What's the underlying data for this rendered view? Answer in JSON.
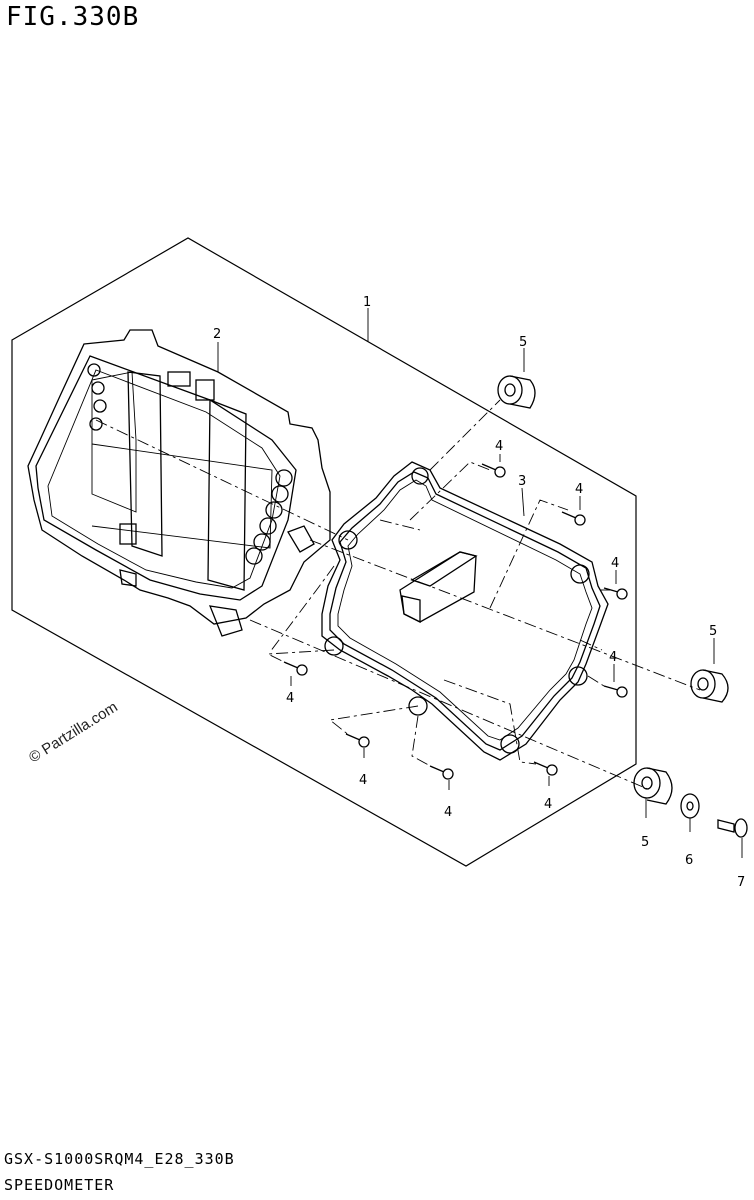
{
  "figure": {
    "title": "FIG.330B",
    "code": "GSX-S1000SRQM4_E28_330B",
    "name": "SPEEDOMETER",
    "watermark": "© Partzilla.com"
  },
  "callouts": [
    {
      "id": "c1",
      "label": "1"
    },
    {
      "id": "c2",
      "label": "2"
    },
    {
      "id": "c3",
      "label": "3"
    },
    {
      "id": "c4a",
      "label": "4"
    },
    {
      "id": "c4b",
      "label": "4"
    },
    {
      "id": "c4c",
      "label": "4"
    },
    {
      "id": "c4d",
      "label": "4"
    },
    {
      "id": "c4e",
      "label": "4"
    },
    {
      "id": "c4f",
      "label": "4"
    },
    {
      "id": "c4g",
      "label": "4"
    },
    {
      "id": "c4h",
      "label": "4"
    },
    {
      "id": "c5a",
      "label": "5"
    },
    {
      "id": "c5b",
      "label": "5"
    },
    {
      "id": "c5c",
      "label": "5"
    },
    {
      "id": "c6",
      "label": "6"
    },
    {
      "id": "c7",
      "label": "7"
    }
  ]
}
